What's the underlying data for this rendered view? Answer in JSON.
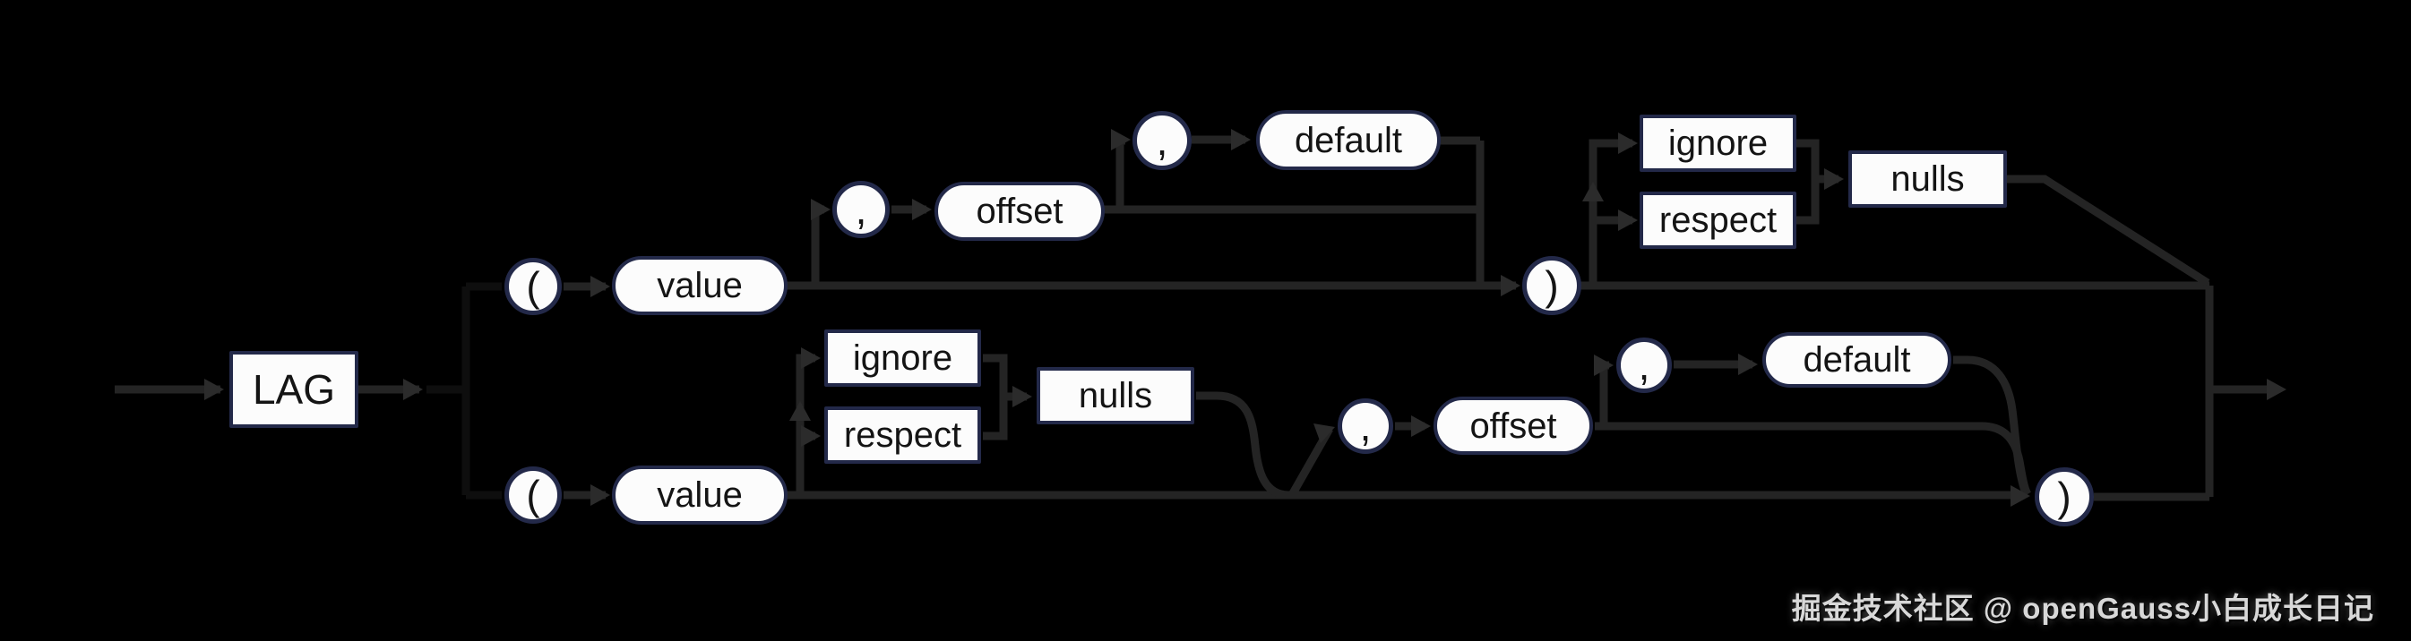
{
  "diagram": {
    "kind": "railroad-syntax-diagram",
    "nodes": {
      "lag": "LAG"
    },
    "branches": {
      "top": {
        "lparen": "(",
        "value": "value",
        "comma1": ",",
        "offset": "offset",
        "comma2": ",",
        "default": "default",
        "rparen": ")",
        "ignore": "ignore",
        "respect": "respect",
        "nulls": "nulls"
      },
      "bottom": {
        "lparen": "(",
        "value": "value",
        "ignore": "ignore",
        "respect": "respect",
        "nulls": "nulls",
        "comma1": ",",
        "offset": "offset",
        "comma2": ",",
        "default": "default",
        "rparen": ")"
      }
    }
  },
  "watermark": {
    "text": "掘金技术社区 @ openGauss小白成长日记"
  },
  "colors": {
    "background": "#000000",
    "rail": "#242424",
    "arrow": "#2b2b2b",
    "node_fill": "#fcfcfc",
    "node_border": "#232949",
    "node_text": "#141414",
    "watermark_text": "#d8d8d8"
  }
}
